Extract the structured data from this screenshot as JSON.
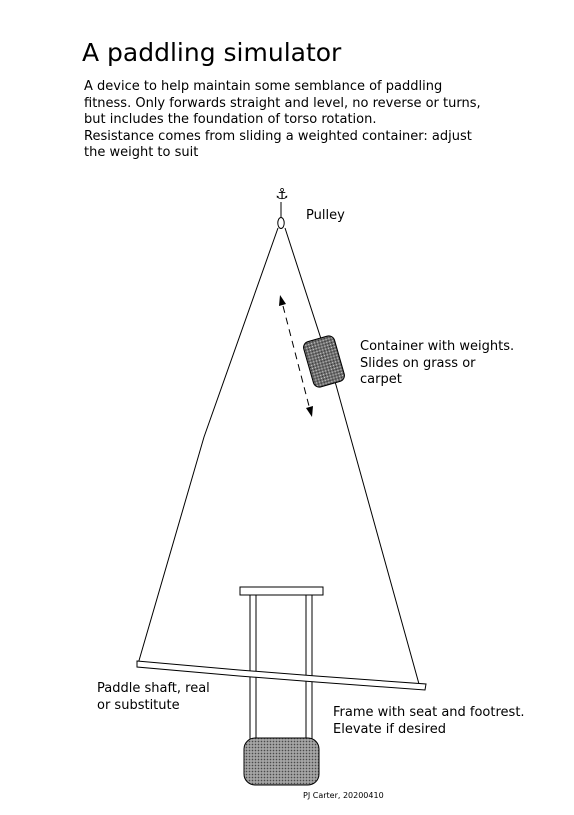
{
  "title": "A paddling simulator",
  "description": [
    "A device to help maintain some semblance of paddling",
    "fitness. Only forwards straight and level, no reverse or turns,",
    "but includes the foundation of torso rotation.",
    "Resistance comes from sliding a weighted container: adjust",
    "the weight to suit"
  ],
  "labels": {
    "pulley": [
      "Pulley"
    ],
    "container": [
      "Container with weights.",
      "Slides on grass or",
      "carpet"
    ],
    "paddle": [
      "Paddle shaft, real",
      "or substitute"
    ],
    "frame": [
      "Frame with seat and footrest.",
      "Elevate if desired"
    ]
  },
  "anchor_glyph": "⚓",
  "credit": "PJ Carter, 20200410"
}
